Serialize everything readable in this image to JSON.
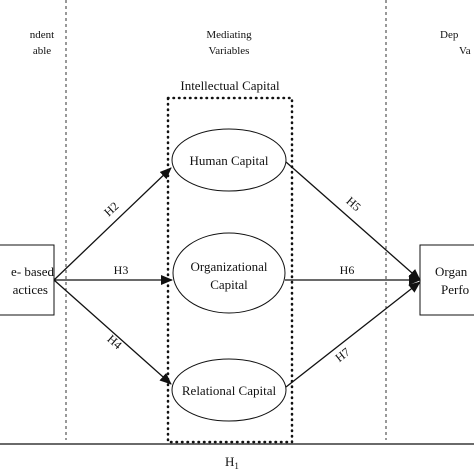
{
  "columns": {
    "left_header_line1": "ndent",
    "left_header_line2": "able",
    "middle_header_line1": "Mediating",
    "middle_header_line2": "Variables",
    "right_header_line1": "Dep",
    "right_header_line2": "Va"
  },
  "group": {
    "title": "Intellectual Capital"
  },
  "left_box": {
    "line1": "e- based",
    "line2": "actices"
  },
  "right_box": {
    "line1": "Organ",
    "line2": "Perfo"
  },
  "nodes": {
    "human": "Human Capital",
    "organizational_line1": "Organizational",
    "organizational_line2": "Capital",
    "relational": "Relational Capital"
  },
  "hypotheses": {
    "h2": "H2",
    "h3": "H3",
    "h4": "H4",
    "h5": "H5",
    "h6": "H6",
    "h7": "H7",
    "h1_base": "H",
    "h1_sub": "1"
  }
}
